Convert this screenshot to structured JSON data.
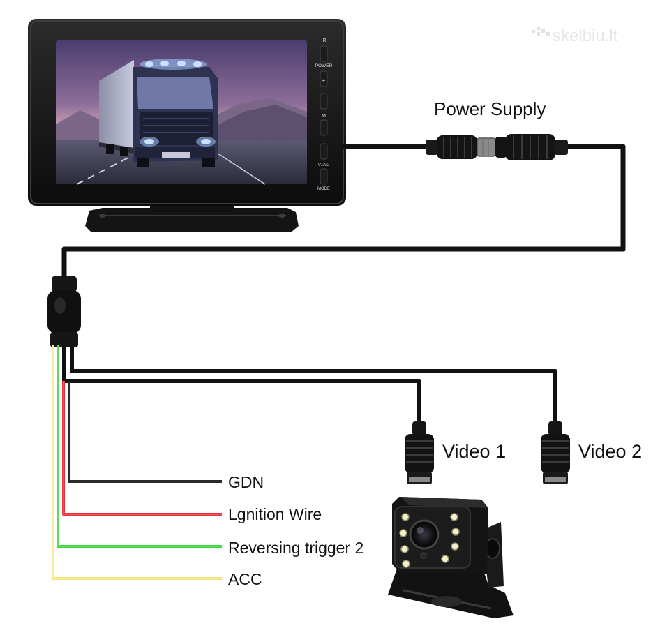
{
  "watermark": "skelbiu.lt",
  "monitor": {
    "button_labels": [
      "IR",
      "POWER",
      "+",
      "M",
      "-",
      "V1/V2",
      "MODE"
    ]
  },
  "labels": {
    "power_supply": "Power Supply",
    "video1": "Video 1",
    "video2": "Video 2",
    "gdn": "GDN",
    "ignition": "Lgnition Wire",
    "reversing": "Reversing trigger 2",
    "acc": "ACC"
  },
  "colors": {
    "cable": "#111111",
    "wire_gdn": "#2a2a2a",
    "wire_ignition": "#e8323a",
    "wire_reversing": "#3cd43c",
    "wire_acc": "#f2e27a",
    "camera_led": "#f4f1c8"
  }
}
